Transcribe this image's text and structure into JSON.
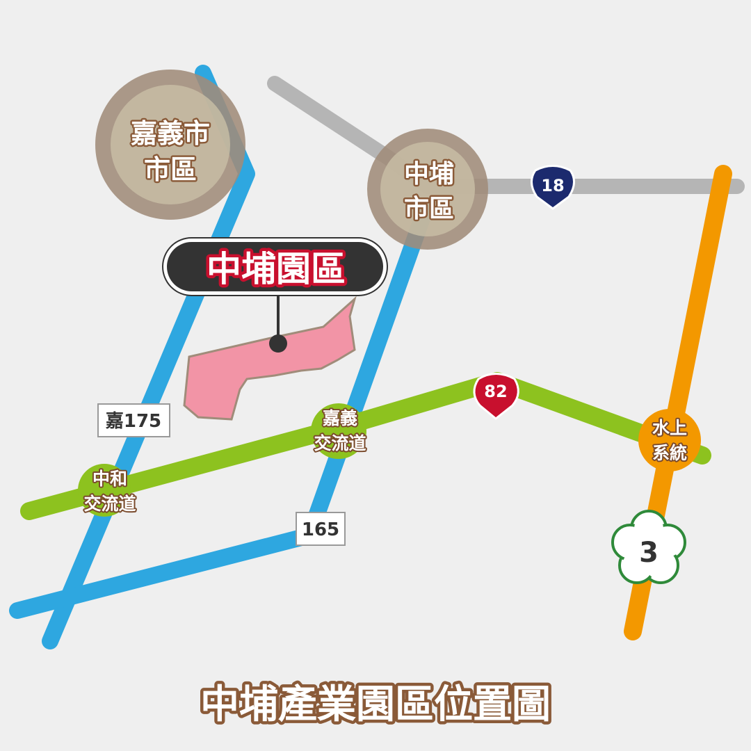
{
  "map": {
    "title": "中埔產業園區位置圖",
    "colors": {
      "background": "#efefef",
      "freeway_3": "#f39800",
      "expressway_82": "#8dc21f",
      "county_roads": "#2ea7e0",
      "highway_18": "#b5b5b5",
      "park_fill": "#f294a6",
      "city_area": "#a08c7a"
    },
    "city_areas": [
      {
        "id": "chiayi-city",
        "lines": [
          "嘉義市",
          "市區"
        ]
      },
      {
        "id": "zhongpu-town",
        "lines": [
          "中埔",
          "市區"
        ]
      }
    ],
    "park": {
      "label": "中埔園區"
    },
    "interchanges": [
      {
        "id": "zhonghe",
        "lines": [
          "中和",
          "交流道"
        ]
      },
      {
        "id": "chiayi",
        "lines": [
          "嘉義",
          "交流道"
        ]
      },
      {
        "id": "shuishang",
        "lines": [
          "水上",
          "系統"
        ]
      }
    ],
    "route_signs": {
      "highway_18": "18",
      "expressway_82": "82",
      "freeway_3": "3",
      "county_175": "嘉175",
      "county_165": "165"
    }
  }
}
